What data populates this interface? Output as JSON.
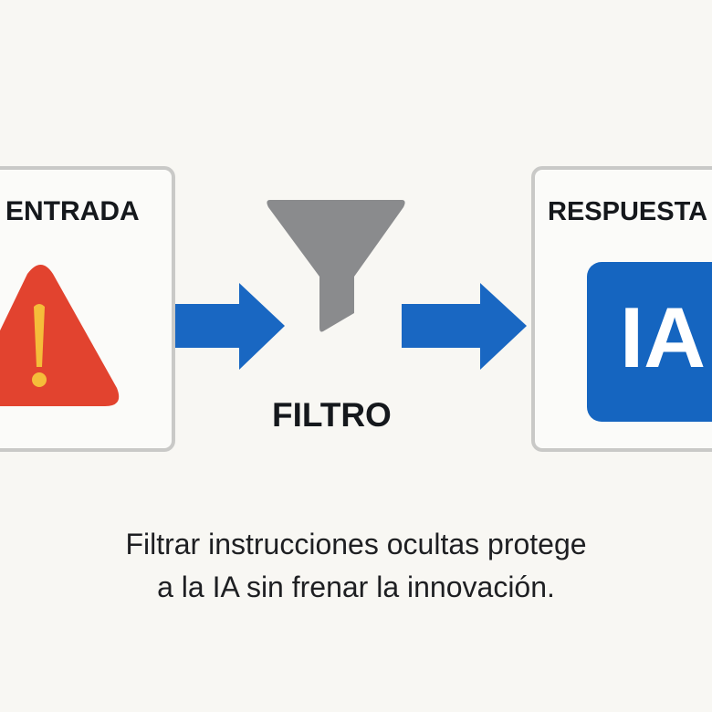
{
  "input": {
    "label": "ENTRADA",
    "icon": "warning-icon"
  },
  "filter": {
    "label": "FILTRO",
    "icon": "funnel-icon"
  },
  "output": {
    "label": "RESPUESTA",
    "badge": "IA"
  },
  "caption": {
    "line1": "Filtrar instrucciones ocultas protege",
    "line2": "a la IA sin frenar la innovación."
  },
  "colors": {
    "arrow": "#1967c2",
    "warning": "#e2432f",
    "exclamation": "#f5bd3a",
    "funnel": "#8a8b8d",
    "badge": "#1565c0"
  }
}
